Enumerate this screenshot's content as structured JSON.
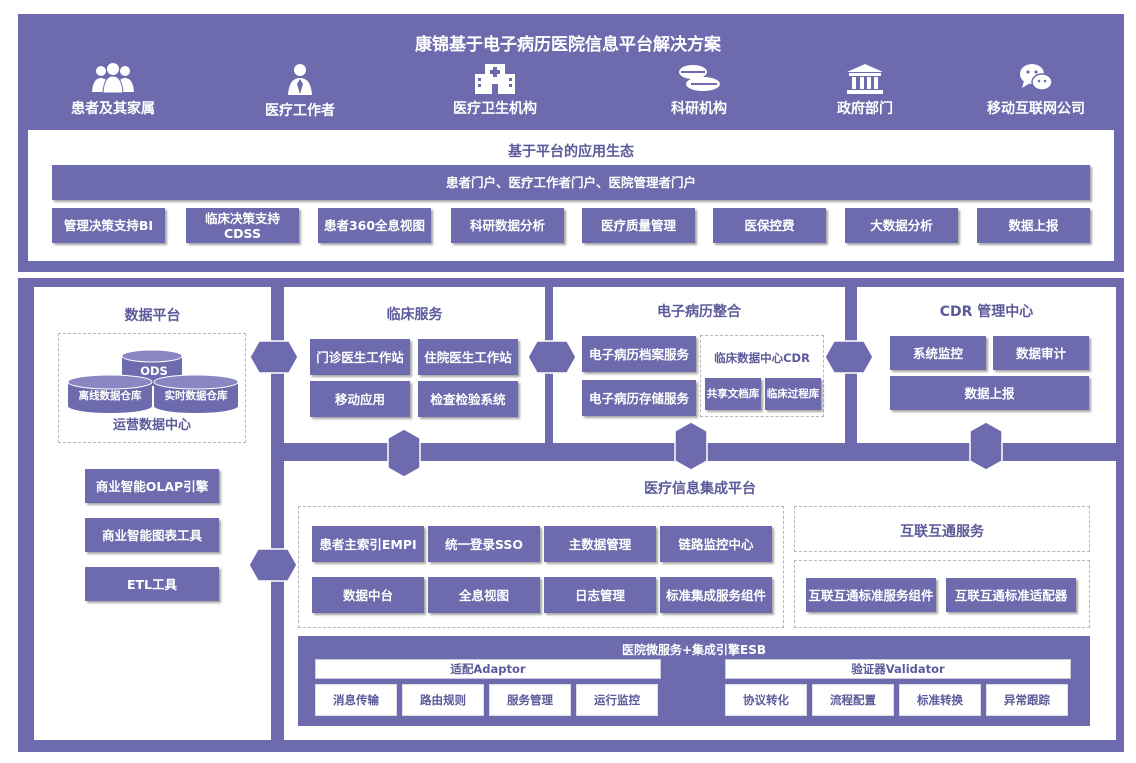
{
  "title": "康锦基于电子病历医院信息平台解决方案",
  "stakeholders": [
    {
      "label": "患者及其家属",
      "icon": "people-group-icon"
    },
    {
      "label": "医疗工作者",
      "icon": "doctor-icon"
    },
    {
      "label": "医疗卫生机构",
      "icon": "hospital-building-icon"
    },
    {
      "label": "科研机构",
      "icon": "pill-capsule-icon"
    },
    {
      "label": "政府部门",
      "icon": "government-building-icon"
    },
    {
      "label": "移动互联网公司",
      "icon": "chat-bubble-icon"
    }
  ],
  "ecosystem": {
    "title": "基于平台的应用生态",
    "portal": "患者门户、医疗工作者门户、医院管理者门户",
    "apps": [
      "管理决策支持BI",
      "临床决策支持\nCDSS",
      "患者360全息视图",
      "科研数据分析",
      "医疗质量管理",
      "医保控费",
      "大数据分析",
      "数据上报"
    ]
  },
  "data_platform": {
    "title": "数据平台",
    "ods": "ODS",
    "offline_dw": "离线数据仓库",
    "realtime_dw": "实时数据仓库",
    "ops_center": "运营数据中心",
    "tools": [
      "商业智能OLAP引擎",
      "商业智能图表工具",
      "ETL工具"
    ]
  },
  "clinical": {
    "title": "临床服务",
    "items": [
      "门诊医生工作站",
      "住院医生工作站",
      "移动应用",
      "检查检验系统"
    ]
  },
  "emr": {
    "title": "电子病历整合",
    "items": [
      "电子病历档案服务",
      "电子病历存储服务"
    ],
    "cdr_title": "临床数据中心CDR",
    "cdr_items": [
      "共享文档库",
      "临床过程库"
    ]
  },
  "cdr_mgmt": {
    "title": "CDR 管理中心",
    "items": [
      "系统监控",
      "数据审计",
      "数据上报"
    ]
  },
  "integration": {
    "title": "医疗信息集成平台",
    "core": [
      "患者主索引EMPI",
      "统一登录SSO",
      "主数据管理",
      "链路监控中心",
      "数据中台",
      "全息视图",
      "日志管理",
      "标准集成服务组件"
    ],
    "interop_title": "互联互通服务",
    "interop_items": [
      "互联互通标准服务组件",
      "互联互通标准适配器"
    ],
    "esb": {
      "title": "医院微服务+集成引擎ESB",
      "adaptor": {
        "title": "适配Adaptor",
        "items": [
          "消息传输",
          "路由规则",
          "服务管理",
          "运行监控"
        ]
      },
      "validator": {
        "title": "验证器Validator",
        "items": [
          "协议转化",
          "流程配置",
          "标准转换",
          "异常跟踪"
        ]
      }
    }
  },
  "colors": {
    "primary": "#6e6aae",
    "text_title": "#5c5a9a",
    "dashed": "#b5b5c2"
  }
}
